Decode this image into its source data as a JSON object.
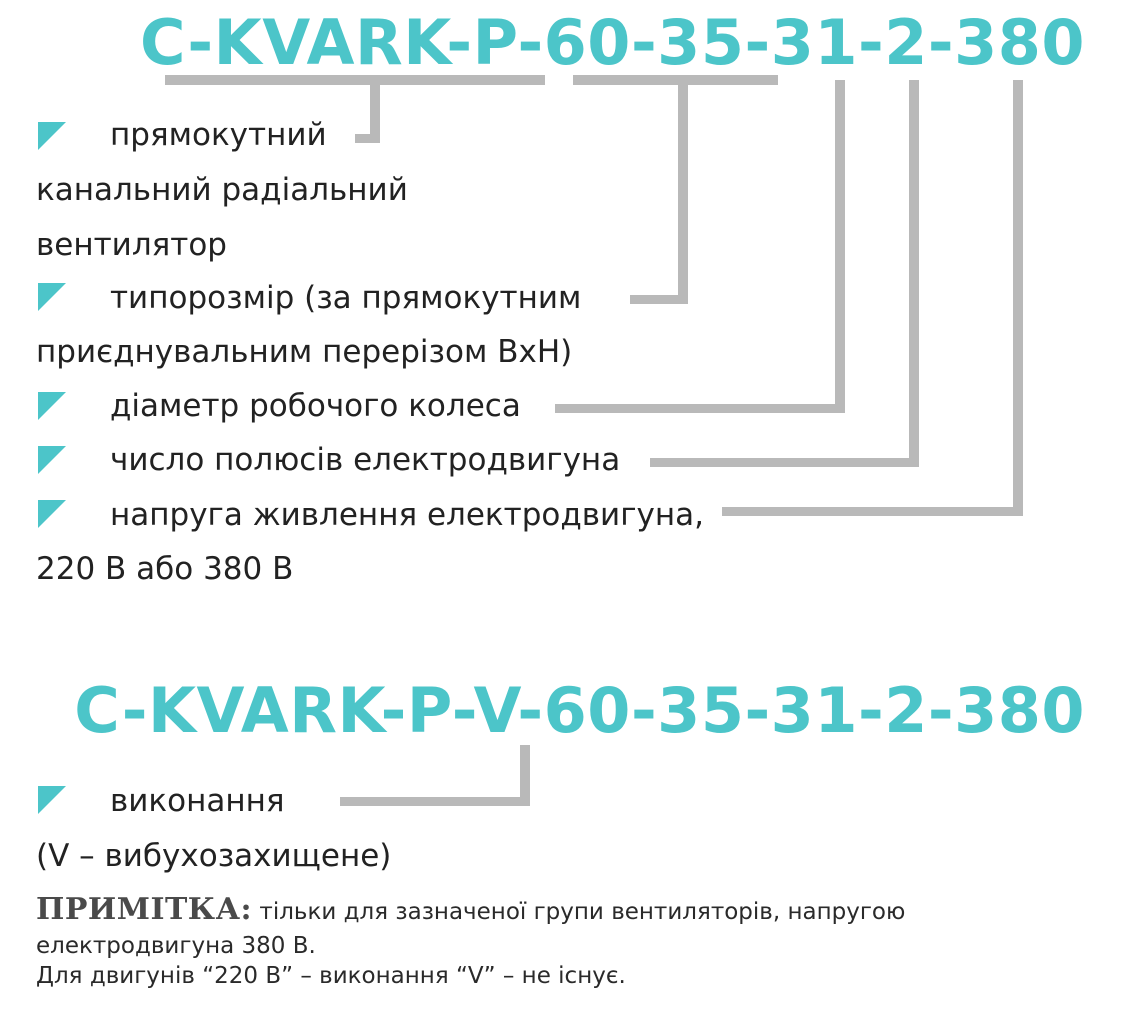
{
  "code_main": "C-KVARK-P-60-35-31-2-380",
  "code_variant": "C-KVARK-P-V-60-35-31-2-380",
  "legend": {
    "type_line1": "прямокутний",
    "type_line2": "канальний радіальний",
    "type_line3": "вентилятор",
    "size_line1": "типорозмір (за прямокутним",
    "size_line2": "приєднувальним перерізом ВхН)",
    "diameter": "діаметр робочого колеса",
    "poles": "число полюсів електродвигуна",
    "voltage_line1": "напруга живлення електродвигуна,",
    "voltage_line2": "220 В або 380 В",
    "version_line1": "виконання",
    "version_line2": "(V – вибухозахищене)"
  },
  "note": {
    "label": "ПРИМІТКА:",
    "line1": "тільки для зазначеної групи вентиляторів, напругою",
    "line2": "електродвигуна 380 В.",
    "line3": "Для двигунів “220 В” – виконання “V” – не існує."
  },
  "colors": {
    "accent": "#4cc5c9",
    "connector": "#b9b9b9",
    "text": "#222222"
  },
  "icons": {
    "bullet": "teal-triangle-bullet-icon"
  }
}
